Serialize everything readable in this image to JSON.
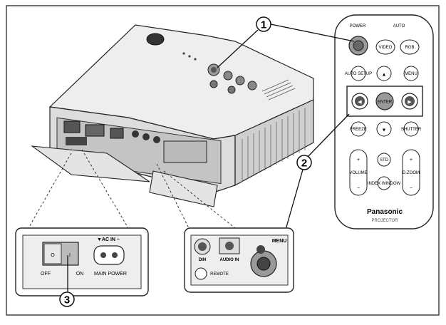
{
  "callouts": {
    "one": "1",
    "two": "2",
    "three": "3"
  },
  "remote": {
    "power_label": "POWER",
    "auto_label": "AUTO",
    "btn_video": "VIDEO",
    "btn_rgb": "RGB",
    "btn_auto_setup": "AUTO SETUP",
    "btn_menu": "MENU",
    "btn_enter": "ENTER",
    "btn_freeze": "FREEZE",
    "btn_shutter": "SHUTTER",
    "btn_std": "STD",
    "volume_label": "VOLUME",
    "keystone_label": "D.ZOOM",
    "btn_index": "INDEX WINDOW",
    "brand": "Panasonic",
    "model": "PROJECTOR",
    "plus": "+",
    "minus": "−"
  },
  "left_panel": {
    "ac_in_label": "▼AC IN ~",
    "off_label": "OFF",
    "on_label": "ON",
    "main_power_label": "MAIN POWER",
    "switch_off_mark": "O",
    "switch_on_mark": "I"
  },
  "right_panel": {
    "menu_label": "MENU",
    "din_label": "DIN",
    "audio_label": "AUDIO IN",
    "remote_label": "REMOTE"
  },
  "colors": {
    "line": "#1a1a1a",
    "body": "#eeeeee",
    "border": "#444444"
  },
  "icons": {
    "arrow_up": "▲",
    "arrow_down": "▼",
    "arrow_left": "◀",
    "arrow_right": "▶"
  }
}
